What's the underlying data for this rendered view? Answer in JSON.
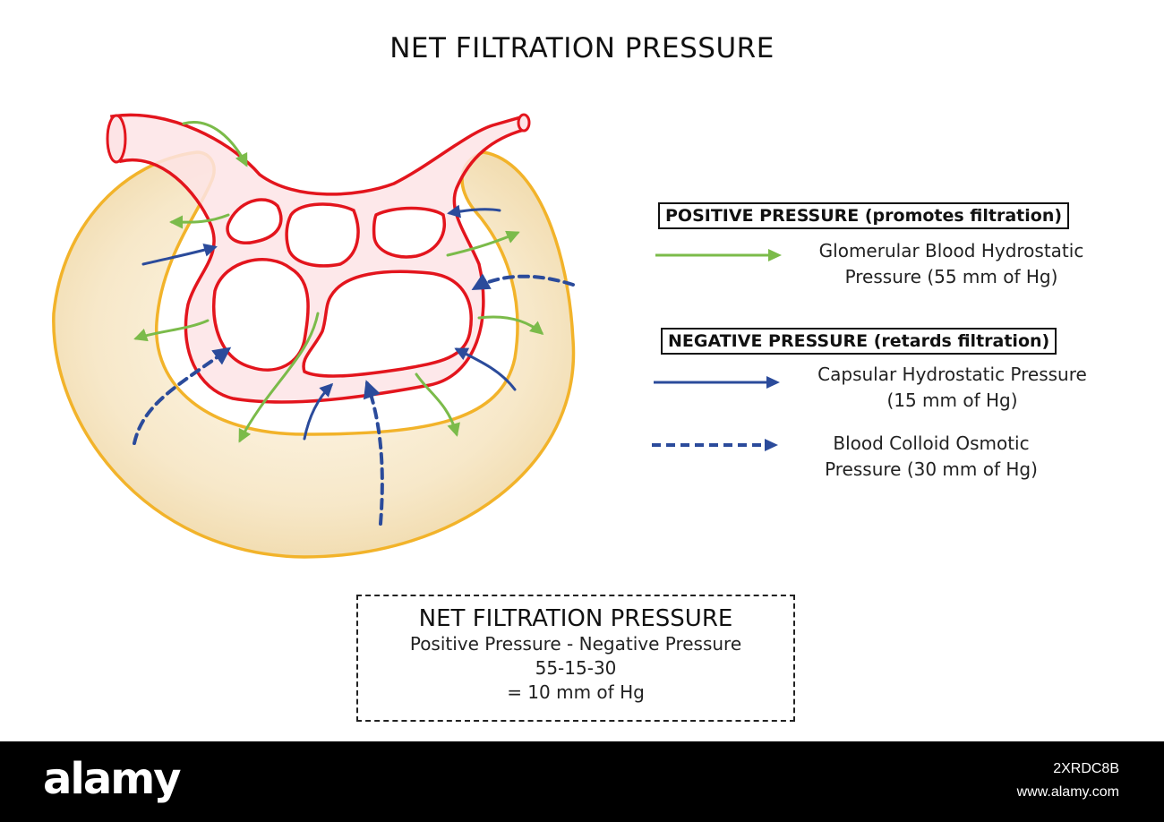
{
  "title": "NET FILTRATION PRESSURE",
  "colors": {
    "vessel": "#e3151d",
    "capsule": "#f2b32a",
    "capsule_fill": "#f6e6c7",
    "green_arrow": "#7bbb4a",
    "blue_arrow": "#2b4b9b"
  },
  "legend": {
    "positive_heading": "POSITIVE PRESSURE (promotes filtration)",
    "glomerular_line1": "Glomerular Blood Hydrostatic",
    "glomerular_line2": "Pressure (55 mm of Hg)",
    "negative_heading": "NEGATIVE PRESSURE (retards filtration)",
    "capsular_line1": "Capsular Hydrostatic Pressure",
    "capsular_line2": "(15 mm of Hg)",
    "colloid_line1": "Blood Colloid Osmotic",
    "colloid_line2": "Pressure (30 mm of Hg)"
  },
  "summary": {
    "title": "NET FILTRATION PRESSURE",
    "line1": "Positive Pressure - Negative Pressure",
    "line2": "55-15-30",
    "line3": "= 10 mm of Hg"
  },
  "footer": {
    "brand": "alamy",
    "image_id": "2XRDC8B",
    "site": "www.alamy.com"
  }
}
